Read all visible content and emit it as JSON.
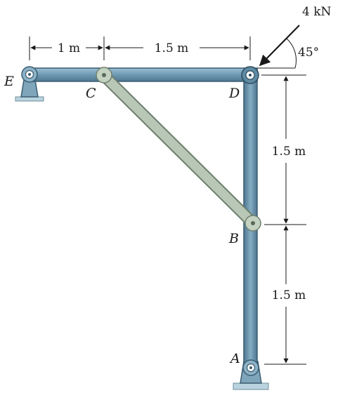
{
  "points": {
    "A": "A",
    "B": "B",
    "C": "C",
    "D": "D",
    "E": "E"
  },
  "dimensions": {
    "ec": "1 m",
    "cd": "1.5 m",
    "db": "1.5 m",
    "ba": "1.5 m"
  },
  "load": {
    "magnitude": "4 kN",
    "angle": "45°"
  },
  "colors": {
    "member": "#6f9ab3",
    "member_edge": "#3a5d72",
    "strut": "#aebfae",
    "strut_edge": "#6e7f6e",
    "ground": "#b9d3df",
    "line": "#1a1a1a"
  }
}
